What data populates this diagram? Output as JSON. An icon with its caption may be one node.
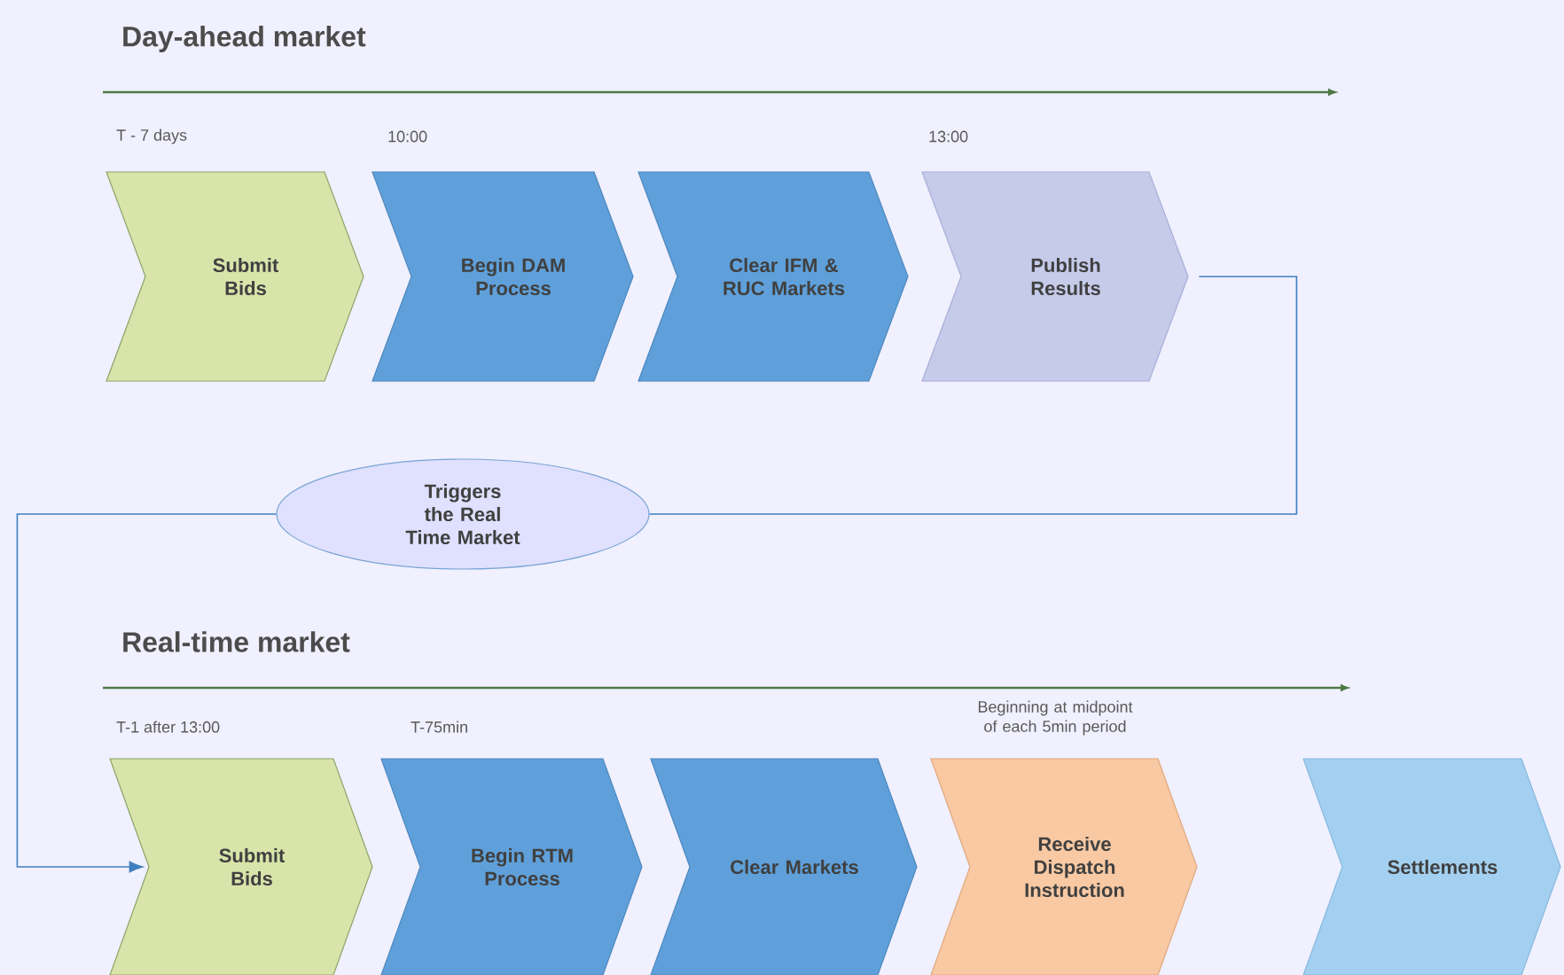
{
  "diagram": {
    "nodes": [
      {
        "text": [
          "Submit Bids"
        ],
        "beside": [
          "T - 7 days"
        ]
      },
      {
        "text": [
          "Begin DAM Process"
        ],
        "beside": [
          "10:00"
        ]
      },
      {
        "text": [
          "Clear IFM & RUC Markets"
        ]
      },
      {
        "text": [
          "Publish Results"
        ],
        "beside": [
          "13:00"
        ]
      },
      {
        "text": [
          "Triggers the Real Time Market"
        ]
      },
      {
        "text": [
          "Submit Bids"
        ],
        "beside": [
          "T-1 after 13:00"
        ]
      },
      {
        "text": [
          "Begin RTM Process"
        ],
        "beside": [
          "T-75min"
        ]
      },
      {
        "text": [
          "Clear Markets"
        ]
      },
      {
        "text": [
          "Receive Dispatch Instruction"
        ],
        "beside": [
          "Beginning at midpoint of each 5min period"
        ]
      },
      {
        "text": [
          "Settlements"
        ]
      }
    ],
    "edges": [
      {
        "from": 3,
        "to": 4,
        "arrow": "none"
      },
      {
        "from": 4,
        "to": 5,
        "arrow": "to"
      }
    ],
    "labels": [
      "Day-ahead market",
      "Real-time market"
    ]
  }
}
